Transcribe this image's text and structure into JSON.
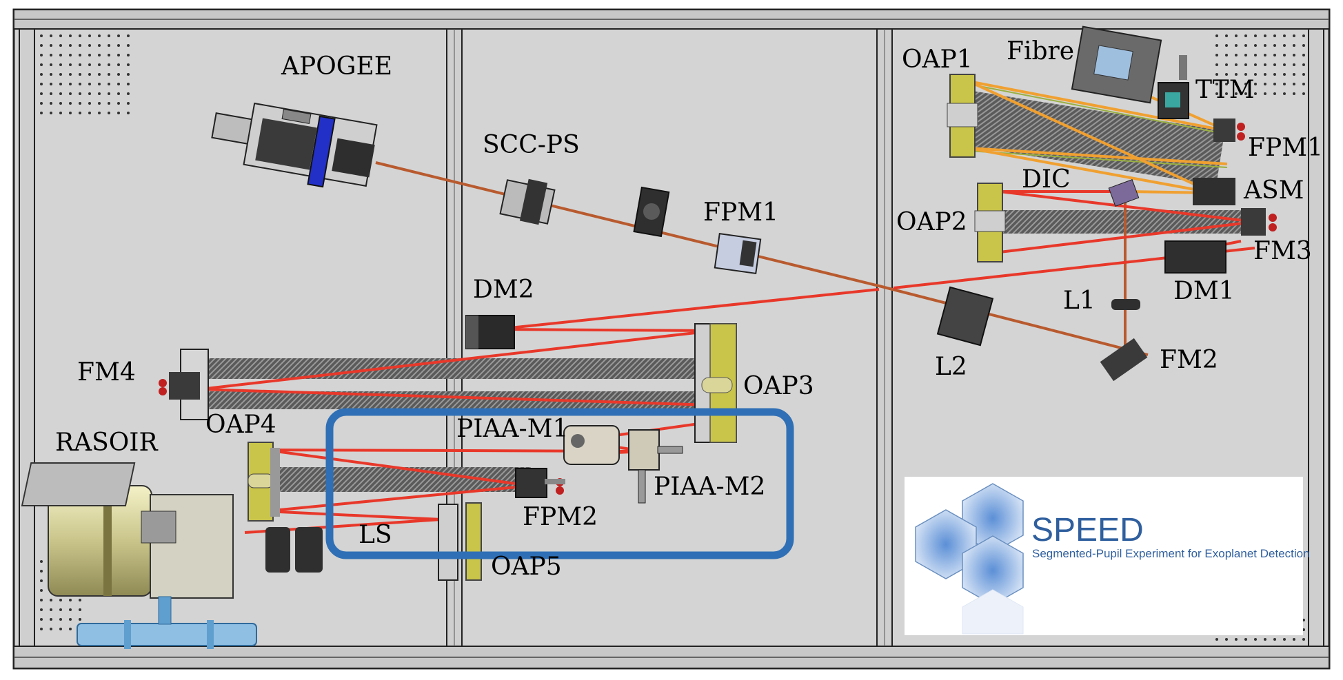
{
  "labels": {
    "apogee": "APOGEE",
    "scc_ps": "SCC-PS",
    "fpm1_mid": "FPM1",
    "dm2": "DM2",
    "fm4": "FM4",
    "oap3": "OAP3",
    "rasoir": "RASOIR",
    "oap4": "OAP4",
    "piaa_m1": "PIAA-M1",
    "piaa_m2": "PIAA-M2",
    "fpm2": "FPM2",
    "ls": "LS",
    "oap5": "OAP5",
    "oap1": "OAP1",
    "fibre": "Fibre",
    "ttm": "TTM",
    "fpm1_right": "FPM1",
    "dic": "DIC",
    "asm": "ASM",
    "oap2": "OAP2",
    "fm3": "FM3",
    "l1": "L1",
    "dm1": "DM1",
    "l2": "L2",
    "fm2": "FM2"
  },
  "logo": {
    "title": "SPEED",
    "subtitle": "Segmented-Pupil Experiment for Exoplanet Detection"
  },
  "colors": {
    "table": "#d4d4d4",
    "frame": "#222222",
    "beam_red": "#e8382a",
    "beam_brown": "#b85a2e",
    "beam_orange": "#f0a030",
    "beam_green": "#9ab040",
    "highlight_box": "#2f6fb5",
    "mirror_yellow": "#c9c44a",
    "logo_blue": "#2f5f9e"
  }
}
